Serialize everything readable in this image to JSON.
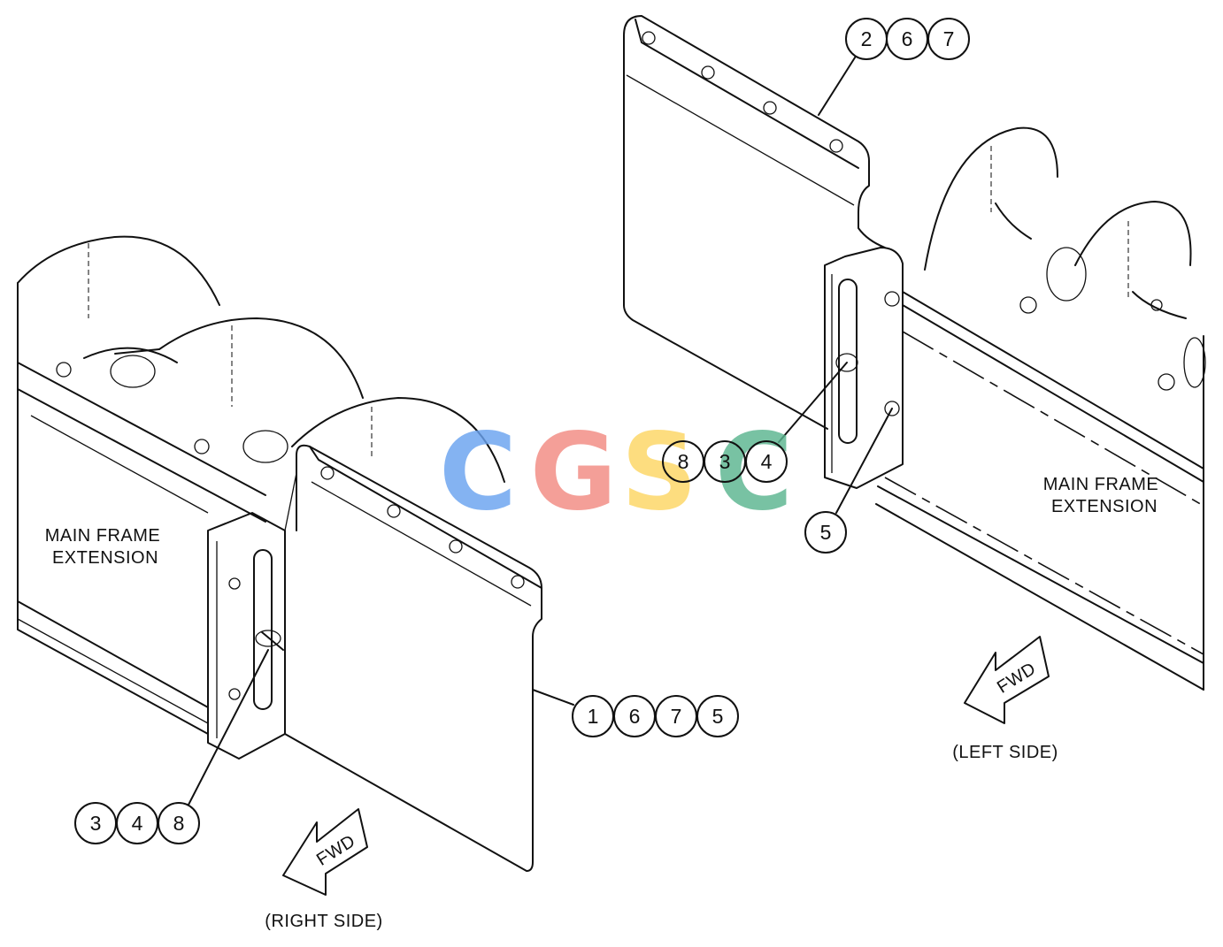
{
  "watermark": {
    "letters": [
      "C",
      "G",
      "S",
      "C"
    ],
    "colors": [
      "#6aa3f0",
      "#f28b82",
      "#fdd663",
      "#5bb58f"
    ]
  },
  "labels": {
    "main_frame_left": [
      "MAIN FRAME",
      "EXTENSION"
    ],
    "main_frame_right": [
      "MAIN FRAME",
      "EXTENSION"
    ],
    "right_side": "(RIGHT SIDE)",
    "left_side": "(LEFT SIDE)",
    "fwd": "FWD"
  },
  "callouts": {
    "top_right": [
      "2",
      "6",
      "7"
    ],
    "middle": [
      "8",
      "3",
      "4"
    ],
    "item5": [
      "5"
    ],
    "right_side_panel": [
      "1",
      "6",
      "7",
      "5"
    ],
    "right_side_bracket": [
      "3",
      "4",
      "8"
    ]
  }
}
